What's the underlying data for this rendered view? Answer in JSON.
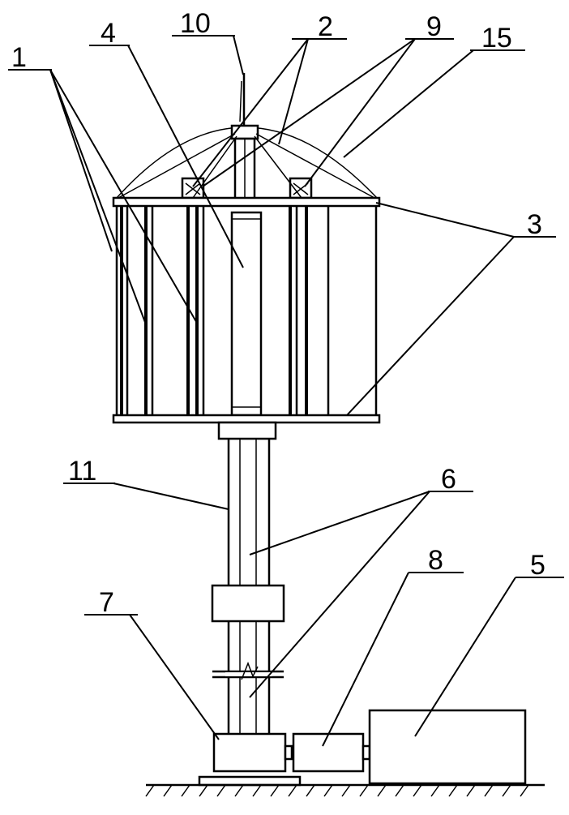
{
  "labels": {
    "l1": "1",
    "l2": "2",
    "l3": "3",
    "l4": "4",
    "l5": "5",
    "l6": "6",
    "l7": "7",
    "l8": "8",
    "l9": "9",
    "l10": "10",
    "l11": "11",
    "l15": "15"
  },
  "colors": {
    "ink": "#000000",
    "background": "#ffffff"
  }
}
